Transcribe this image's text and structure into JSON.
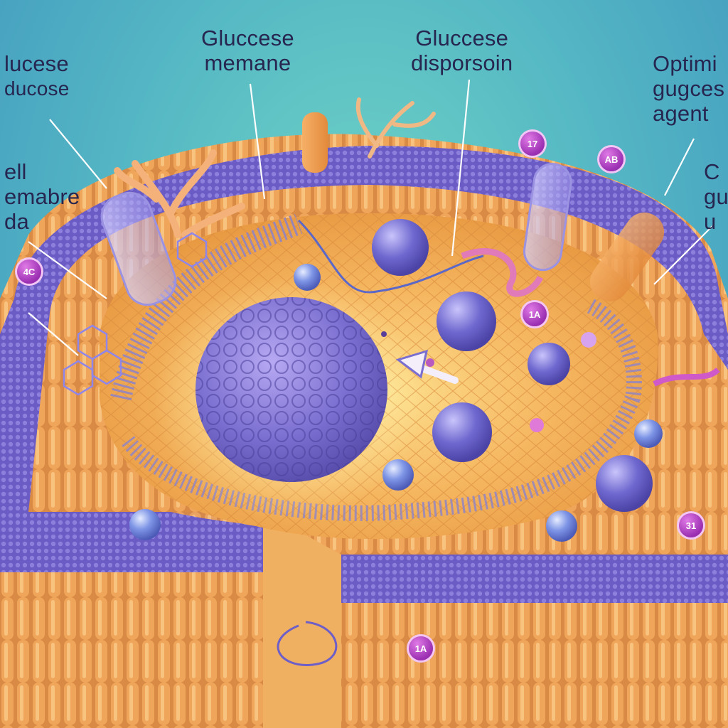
{
  "labels": {
    "left_top": [
      "lucese",
      "ducose"
    ],
    "left_mid": [
      "ell",
      "emabre",
      "da"
    ],
    "center_left": [
      "Gluccese",
      "memane"
    ],
    "center_right": [
      "Gluccese",
      "disporsoin"
    ],
    "right_top": [
      "Optimi",
      "gugces",
      "agent"
    ],
    "right_mid": [
      "C",
      "gu",
      "u"
    ]
  },
  "badges": [
    "4C",
    "17",
    "AB",
    "1A",
    "31",
    "1A"
  ],
  "colors": {
    "background": "#56b9c4",
    "cytoplasm": "#f2ad52",
    "membrane_head": "#6b5bc4",
    "membrane_tail": "#e59a4f",
    "nucleus": "#7a6ed0",
    "label_text": "#262650",
    "badge": "#a23bb8"
  }
}
